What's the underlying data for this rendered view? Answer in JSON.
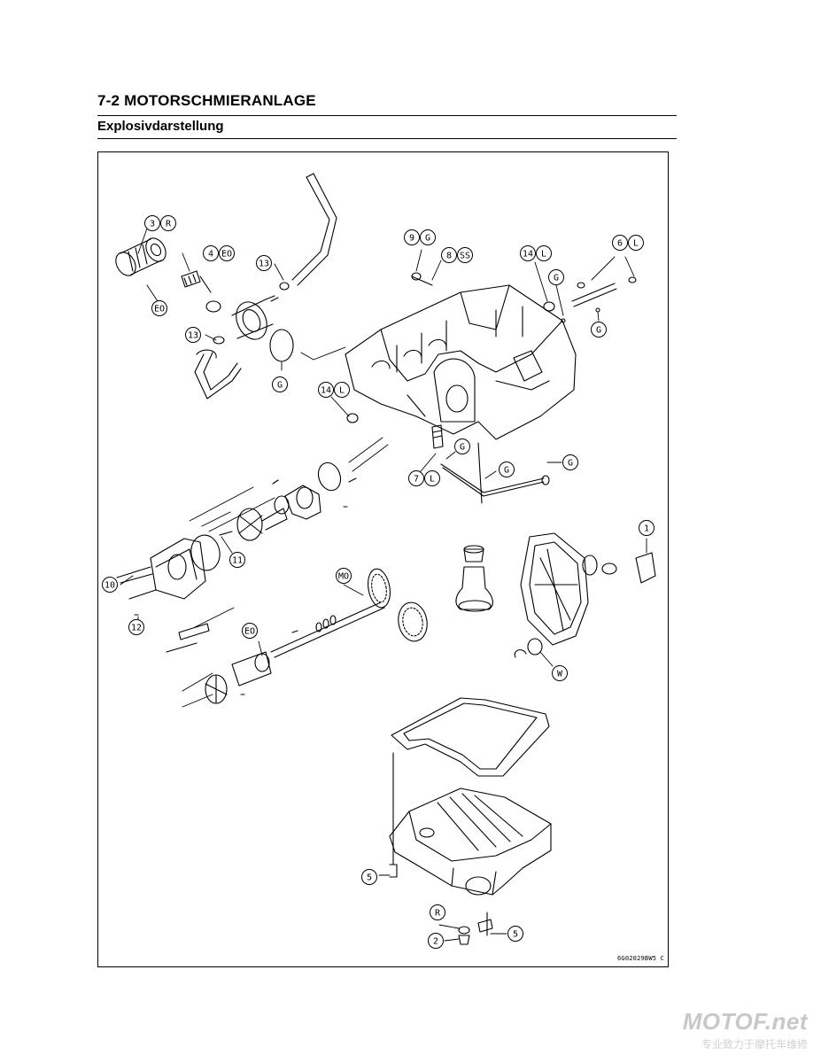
{
  "header": {
    "chapter_title": "7-2 MOTORSCHMIERANLAGE",
    "section_title": "Explosivdarstellung"
  },
  "figure": {
    "code": "6G02029BW5 C",
    "callouts": [
      {
        "id": "c3R",
        "parts": [
          "3",
          "R"
        ]
      },
      {
        "id": "c4EO",
        "parts": [
          "4",
          "EO"
        ]
      },
      {
        "id": "cEO1",
        "parts": [
          "EO"
        ]
      },
      {
        "id": "c13a",
        "parts": [
          "13"
        ]
      },
      {
        "id": "c13b",
        "parts": [
          "13"
        ]
      },
      {
        "id": "cG1",
        "parts": [
          "G"
        ]
      },
      {
        "id": "c9G",
        "parts": [
          "9",
          "G"
        ]
      },
      {
        "id": "c8SS",
        "parts": [
          "8",
          "SS"
        ]
      },
      {
        "id": "c14La",
        "parts": [
          "14",
          "L"
        ]
      },
      {
        "id": "cG2",
        "parts": [
          "G"
        ]
      },
      {
        "id": "c6L",
        "parts": [
          "6",
          "L"
        ]
      },
      {
        "id": "cG3",
        "parts": [
          "G"
        ]
      },
      {
        "id": "c14Lb",
        "parts": [
          "14",
          "L"
        ]
      },
      {
        "id": "cG4",
        "parts": [
          "G"
        ]
      },
      {
        "id": "c7L",
        "parts": [
          "7",
          "L"
        ]
      },
      {
        "id": "cG5",
        "parts": [
          "G"
        ]
      },
      {
        "id": "cG6",
        "parts": [
          "G"
        ]
      },
      {
        "id": "c1",
        "parts": [
          "1"
        ]
      },
      {
        "id": "c11",
        "parts": [
          "11"
        ]
      },
      {
        "id": "c10",
        "parts": [
          "10"
        ]
      },
      {
        "id": "c12",
        "parts": [
          "12"
        ]
      },
      {
        "id": "cMO",
        "parts": [
          "MO"
        ]
      },
      {
        "id": "cEO2",
        "parts": [
          "EO"
        ]
      },
      {
        "id": "cW",
        "parts": [
          "W"
        ]
      },
      {
        "id": "c5a",
        "parts": [
          "5"
        ]
      },
      {
        "id": "cR2",
        "parts": [
          "R"
        ]
      },
      {
        "id": "c2",
        "parts": [
          "2"
        ]
      },
      {
        "id": "c5b",
        "parts": [
          "5"
        ]
      }
    ]
  },
  "watermark": {
    "brand": "MOTOF.net",
    "tagline": "专业致力于摩托车维修"
  }
}
